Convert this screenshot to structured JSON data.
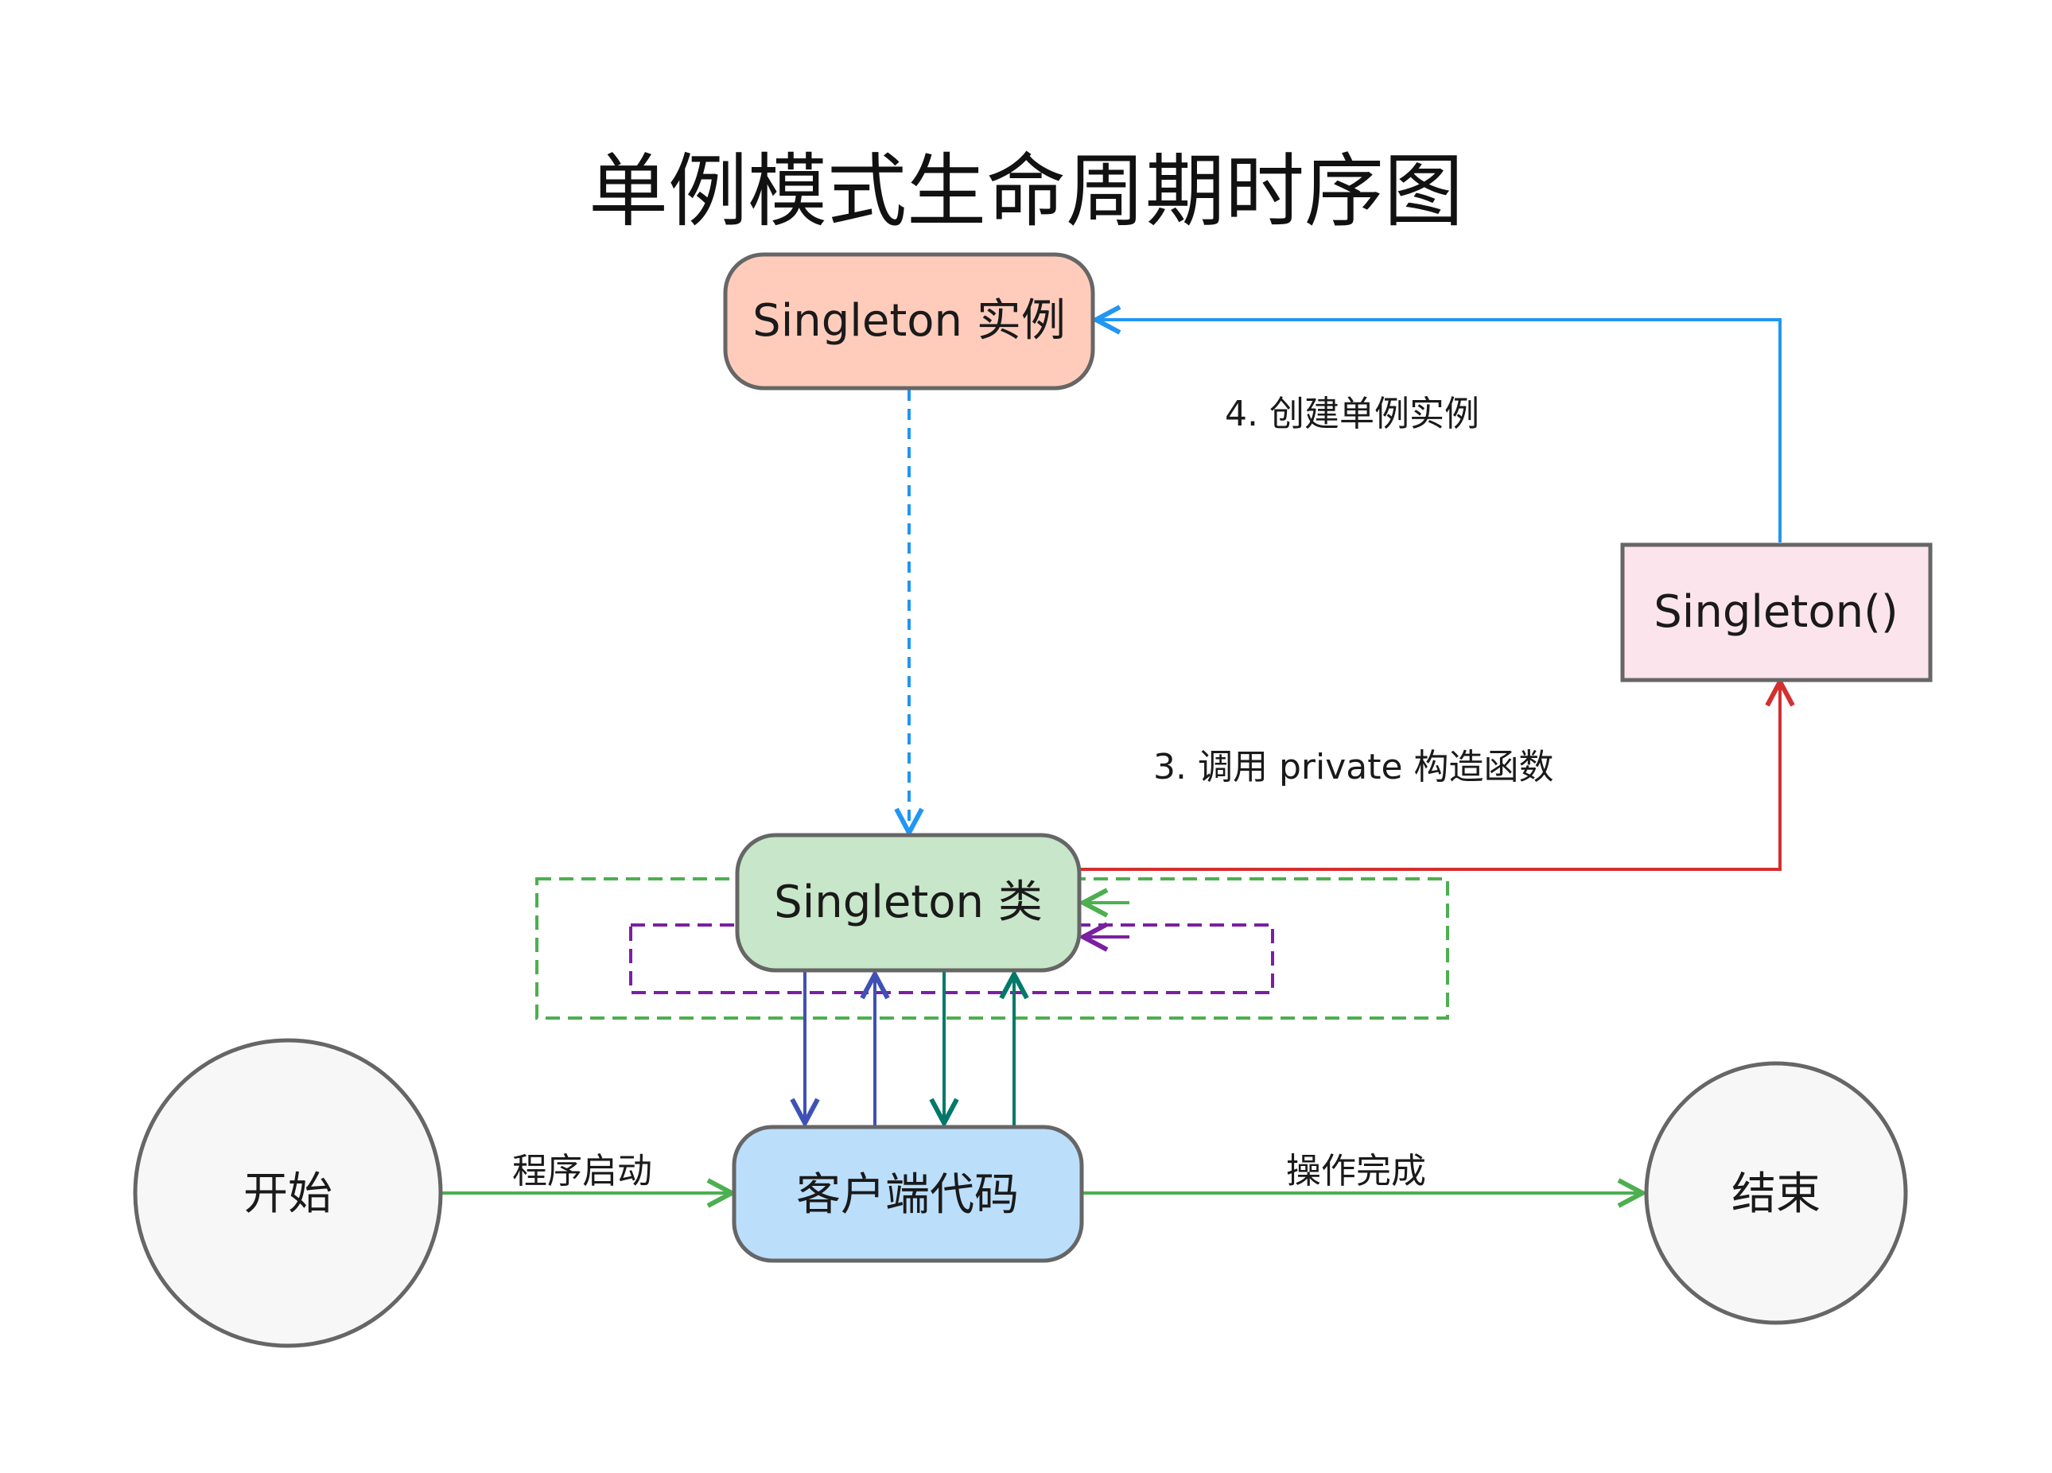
{
  "title": "单例模式生命周期时序图",
  "nodes": {
    "start": {
      "label": "开始",
      "fill": "#f7f7f7",
      "stroke": "#666666"
    },
    "end": {
      "label": "结束",
      "fill": "#f7f7f7",
      "stroke": "#666666"
    },
    "client": {
      "label": "客户端代码",
      "fill": "#bbdefb",
      "stroke": "#666666"
    },
    "singleton_class": {
      "label": "Singleton 类",
      "fill": "#c8e6c9",
      "stroke": "#666666"
    },
    "singleton_instance": {
      "label": "Singleton 实例",
      "fill": "#ffccbc",
      "stroke": "#666666"
    },
    "constructor": {
      "label": "Singleton()",
      "fill": "#fce4ec",
      "stroke": "#666666"
    }
  },
  "edges": {
    "program_start": {
      "label": "程序启动",
      "color": "#4caf50"
    },
    "operation_done": {
      "label": "操作完成",
      "color": "#4caf50"
    },
    "call_private_constructor": {
      "label": "3. 调用 private 构造函数",
      "color": "#d32f2f"
    },
    "create_instance": {
      "label": "4. 创建单例实例",
      "color": "#2196f3"
    },
    "return_instance": {
      "label": "",
      "color": "#2196f3"
    },
    "client_to_class_a": {
      "label": "",
      "color": "#3f51b5"
    },
    "class_to_client_a": {
      "label": "",
      "color": "#3f51b5"
    },
    "client_to_class_b": {
      "label": "",
      "color": "#00796b"
    },
    "class_to_client_b": {
      "label": "",
      "color": "#00796b"
    },
    "loop_green": {
      "label": "",
      "color": "#4caf50"
    },
    "loop_purple": {
      "label": "",
      "color": "#7b1fa2"
    }
  }
}
